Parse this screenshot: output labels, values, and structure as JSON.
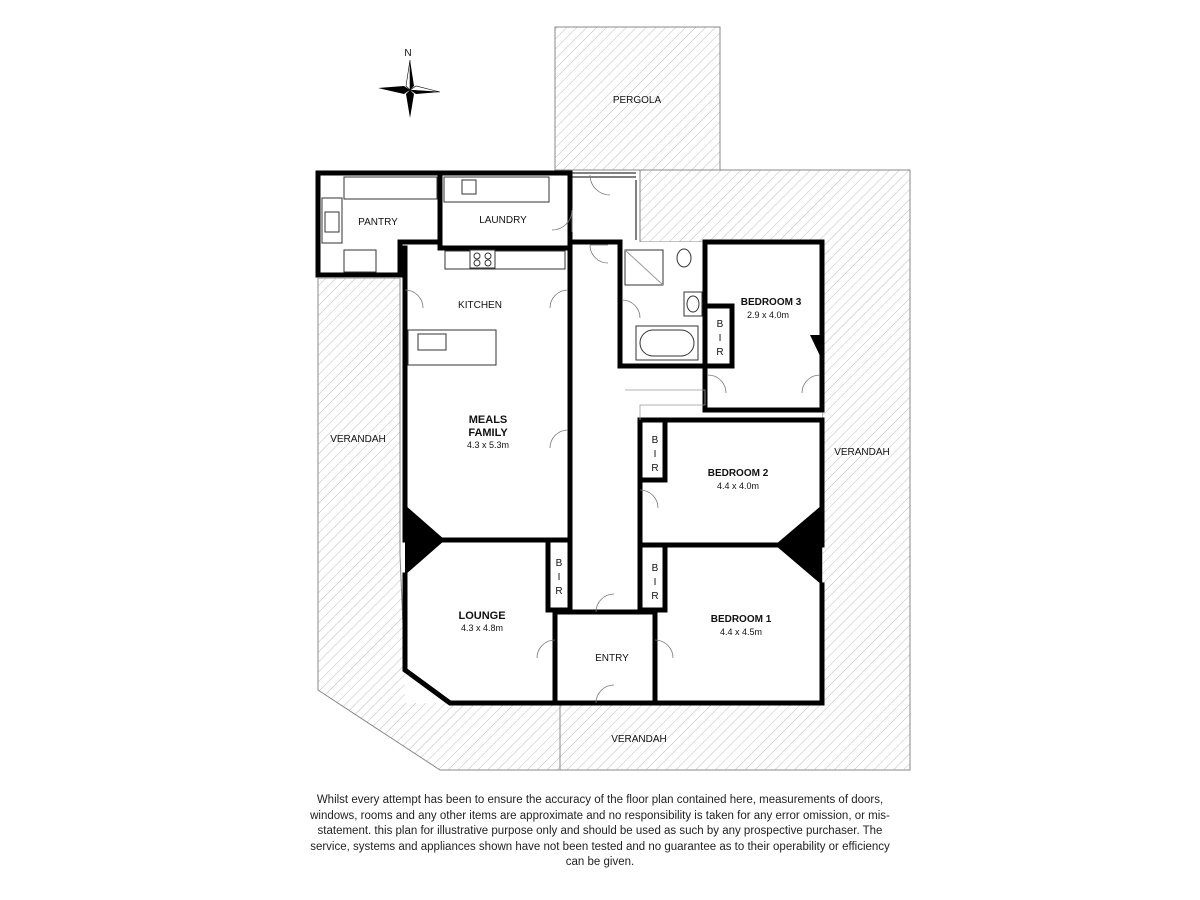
{
  "compass": {
    "north_label": "N"
  },
  "rooms": {
    "pergola": {
      "name": "PERGOLA"
    },
    "pantry": {
      "name": "PANTRY"
    },
    "laundry": {
      "name": "LAUNDRY"
    },
    "kitchen": {
      "name": "KITCHEN"
    },
    "meals_family": {
      "name_line1": "MEALS",
      "name_line2": "FAMILY",
      "size": "4.3 x 5.3m"
    },
    "lounge": {
      "name": "LOUNGE",
      "size": "4.3 x 4.8m"
    },
    "entry": {
      "name": "ENTRY"
    },
    "bedroom3": {
      "name": "BEDROOM 3",
      "size": "2.9 x 4.0m"
    },
    "bedroom2": {
      "name": "BEDROOM 2",
      "size": "4.4 x 4.0m"
    },
    "bedroom1": {
      "name": "BEDROOM 1",
      "size": "4.4 x 4.5m"
    },
    "verandah_west": {
      "name": "VERANDAH"
    },
    "verandah_east": {
      "name": "VERANDAH"
    },
    "verandah_south": {
      "name": "VERANDAH"
    },
    "bir_lounge": {
      "l1": "B",
      "l2": "I",
      "l3": "R"
    },
    "bir_bed1": {
      "l1": "B",
      "l2": "I",
      "l3": "R"
    },
    "bir_bed2": {
      "l1": "B",
      "l2": "I",
      "l3": "R"
    },
    "bir_bed3": {
      "l1": "B",
      "l2": "I",
      "l3": "R"
    }
  },
  "disclaimer": "Whilst every attempt has been to ensure the accuracy of the floor plan contained here, measurements of doors, windows, rooms and any other items are approximate and no responsibility is taken for any error omission, or mis-statement. this plan for illustrative purpose only and should be used as such by any prospective purchaser. The service, systems and appliances shown have not been tested and no guarantee as to their operability or efficiency can be given."
}
